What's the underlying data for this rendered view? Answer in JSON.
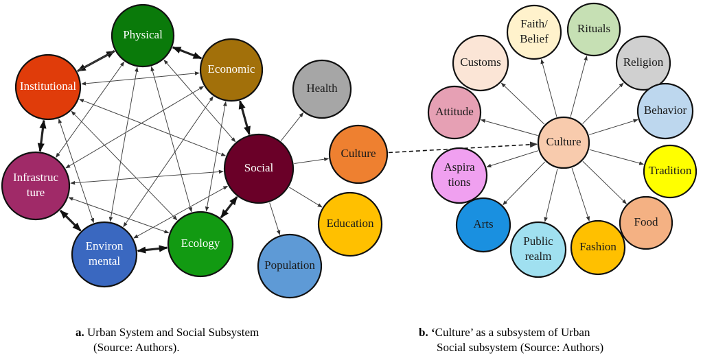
{
  "diagram_a": {
    "nodes": [
      {
        "id": "physical",
        "label": [
          "Physical"
        ],
        "fill": "#0a7a0a",
        "text": "#ffffff"
      },
      {
        "id": "economic",
        "label": [
          "Economic"
        ],
        "fill": "#a2700a",
        "text": "#ffffff"
      },
      {
        "id": "institutional",
        "label": [
          "Institutional"
        ],
        "fill": "#e03c0a",
        "text": "#ffffff"
      },
      {
        "id": "infrastructure",
        "label": [
          "Infrastruc",
          "ture"
        ],
        "fill": "#a02a68",
        "text": "#ffffff"
      },
      {
        "id": "environmental",
        "label": [
          "Environ",
          "mental"
        ],
        "fill": "#3a68c0",
        "text": "#ffffff"
      },
      {
        "id": "ecology",
        "label": [
          "Ecology"
        ],
        "fill": "#129a12",
        "text": "#ffffff"
      },
      {
        "id": "social",
        "label": [
          "Social"
        ],
        "fill": "#6a0028",
        "text": "#ffffff"
      },
      {
        "id": "health",
        "label": [
          "Health"
        ],
        "fill": "#a6a6a6",
        "text": "#1a1a1a"
      },
      {
        "id": "culture",
        "label": [
          "Culture"
        ],
        "fill": "#ee8030",
        "text": "#1a1a1a"
      },
      {
        "id": "education",
        "label": [
          "Education"
        ],
        "fill": "#ffc000",
        "text": "#1a1a1a"
      },
      {
        "id": "population",
        "label": [
          "Population"
        ],
        "fill": "#5e9ad6",
        "text": "#1a1a1a"
      }
    ]
  },
  "diagram_b": {
    "center": {
      "id": "culture-center",
      "label": [
        "Culture"
      ],
      "fill": "#f8cbad",
      "text": "#1a1a1a"
    },
    "nodes": [
      {
        "id": "faith",
        "label": [
          "Faith/",
          "Belief"
        ],
        "fill": "#fff2cc",
        "text": "#1a1a1a"
      },
      {
        "id": "rituals",
        "label": [
          "Rituals"
        ],
        "fill": "#c6e0b4",
        "text": "#1a1a1a"
      },
      {
        "id": "customs",
        "label": [
          "Customs"
        ],
        "fill": "#fbe5d6",
        "text": "#1a1a1a"
      },
      {
        "id": "religion",
        "label": [
          "Religion"
        ],
        "fill": "#d0d0d0",
        "text": "#1a1a1a"
      },
      {
        "id": "attitude",
        "label": [
          "Attitude"
        ],
        "fill": "#e6a0b4",
        "text": "#1a1a1a"
      },
      {
        "id": "behavior",
        "label": [
          "Behavior"
        ],
        "fill": "#bdd7ee",
        "text": "#1a1a1a"
      },
      {
        "id": "tradition",
        "label": [
          "Tradition"
        ],
        "fill": "#ffff00",
        "text": "#1a1a1a"
      },
      {
        "id": "aspirations",
        "label": [
          "Aspira",
          "tions"
        ],
        "fill": "#f0a0f0",
        "text": "#1a1a1a"
      },
      {
        "id": "food",
        "label": [
          "Food"
        ],
        "fill": "#f4b183",
        "text": "#1a1a1a"
      },
      {
        "id": "arts",
        "label": [
          "Arts"
        ],
        "fill": "#1a90e0",
        "text": "#1a1a1a"
      },
      {
        "id": "public-realm",
        "label": [
          "Public",
          "realm"
        ],
        "fill": "#a0e0f0",
        "text": "#1a1a1a"
      },
      {
        "id": "fashion",
        "label": [
          "Fashion"
        ],
        "fill": "#ffc000",
        "text": "#1a1a1a"
      }
    ]
  },
  "captions": {
    "a_prefix": "a.",
    "a_line1": " Urban System and Social Subsystem",
    "a_line2": "(Source: Authors).",
    "b_prefix": "b. ‘",
    "b_line1": "Culture’ as a subsystem of Urban",
    "b_line2": "Social subsystem (Source: Authors)"
  },
  "colors": {
    "edge": "#222222",
    "thin_edge": "#444444",
    "node_stroke": "#111111"
  }
}
